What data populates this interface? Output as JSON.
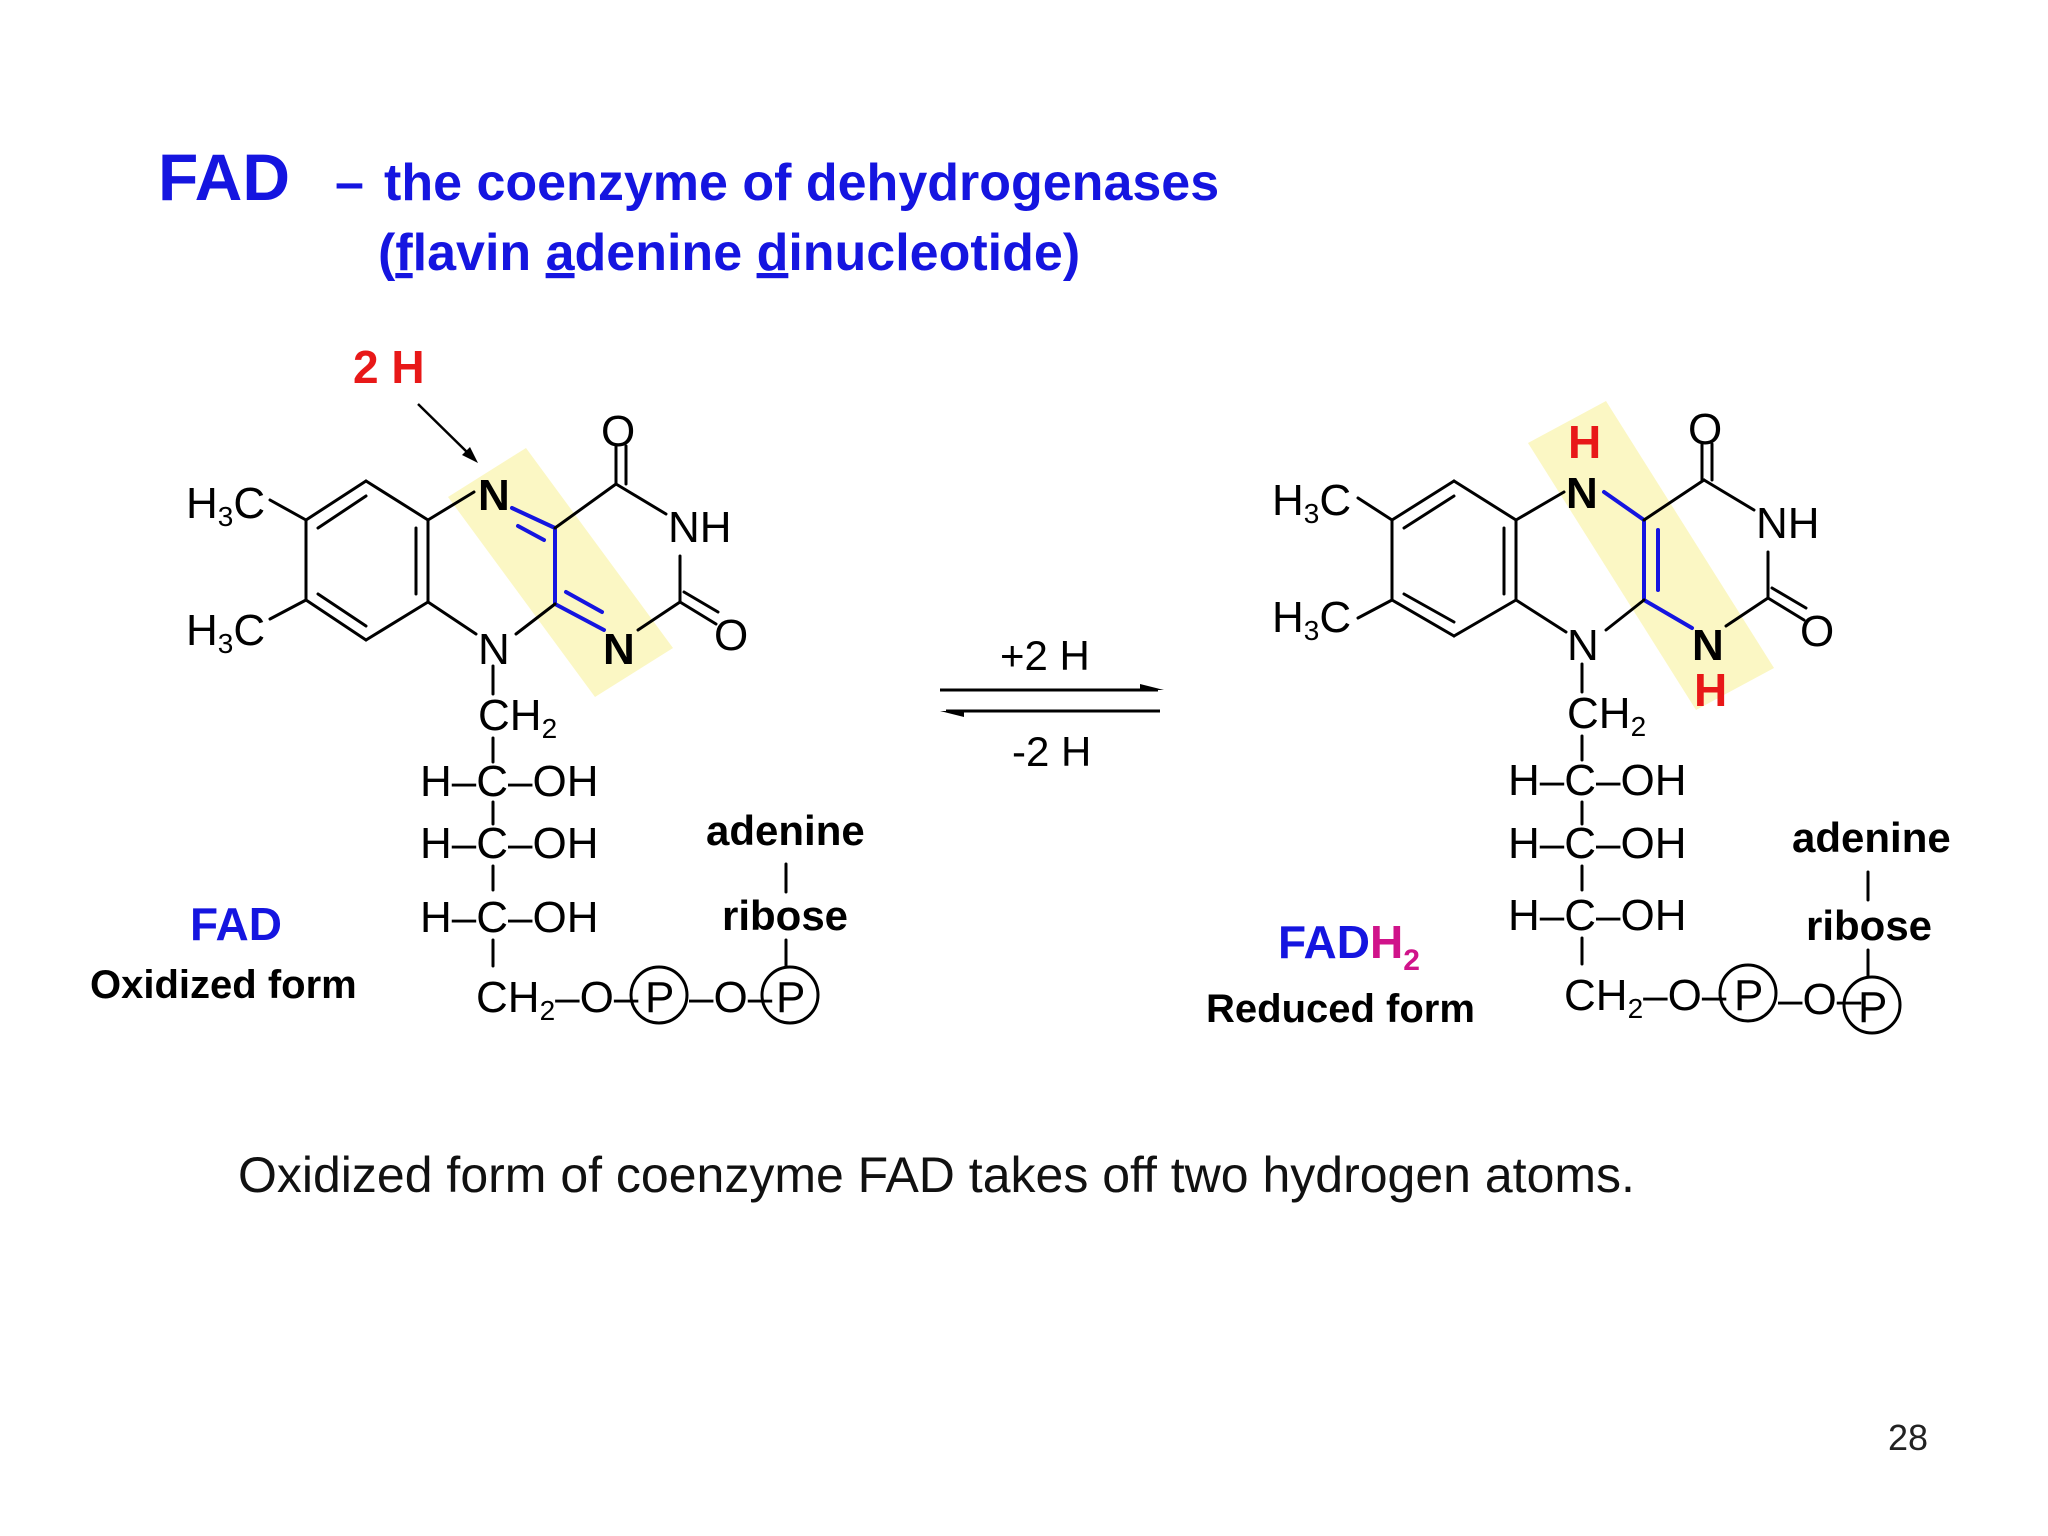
{
  "title": {
    "fad": "FAD",
    "dash": "–",
    "subtitle": "the coenzyme of dehydrogenases",
    "paren_open": "(",
    "f": "f",
    "lavin": "lavin",
    "a": "a",
    "denine": "denine",
    "d": "d",
    "inucleotide": "inucleotide",
    "paren_close": ")"
  },
  "annotation": {
    "two_h": "2 H"
  },
  "atoms": {
    "n": "N",
    "o": "O",
    "nh": "NH",
    "h": "H",
    "h_minus": "H–",
    "c": "C",
    "c_minus": "C–",
    "oh": "OH",
    "ch": "CH",
    "sub2": "2",
    "sub3": "3",
    "o_label": "–O–",
    "p": "P"
  },
  "chains": {
    "adenine": "adenine",
    "ribose": "ribose"
  },
  "reaction": {
    "forward": "+2 H",
    "reverse": "-2 H"
  },
  "left_label": {
    "name": "FAD",
    "form": "Oxidized form"
  },
  "right_label": {
    "name": "FAD",
    "name_h": "H",
    "name_sub": "2",
    "form": "Reduced form"
  },
  "caption": "Oxidized form of coenzyme FAD takes off two hydrogen atoms.",
  "page_number": "28",
  "colors": {
    "title_blue": "#1515e0",
    "hydrogen_red": "#e81818",
    "h2_magenta": "#d0138a",
    "highlight": "#fbf7c4"
  }
}
